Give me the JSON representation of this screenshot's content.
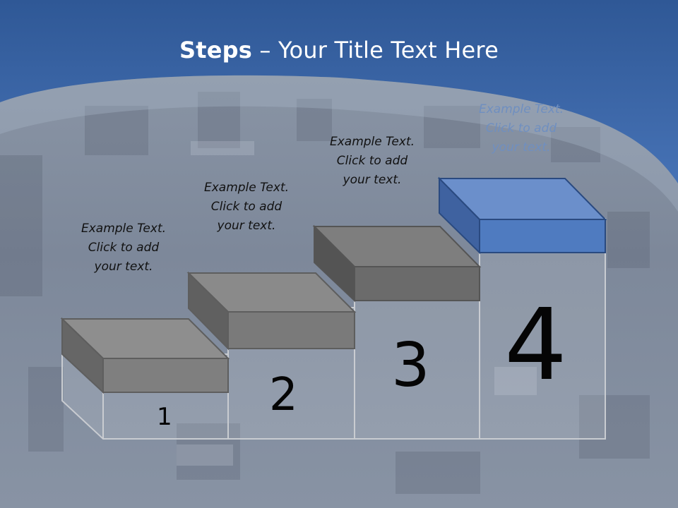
{
  "title": {
    "bold": "Steps",
    "rest": " – Your Title Text Here"
  },
  "steps": [
    {
      "number": "1",
      "caption": [
        "Example Text.",
        "Click  to add",
        "your text."
      ],
      "block_color": "#8a8a8a"
    },
    {
      "number": "2",
      "caption": [
        "Example Text.",
        "Click  to add",
        "your text."
      ],
      "block_color": "#7a7a7a"
    },
    {
      "number": "3",
      "caption": [
        "Example Text.",
        "Click  to add",
        "your text."
      ],
      "block_color": "#6a6a6a"
    },
    {
      "number": "4",
      "caption": [
        "Example Text.",
        "Click  to add",
        "your text."
      ],
      "block_color": "#4f7bc0"
    }
  ],
  "colors": {
    "header": "#3d67a8",
    "background": "#8d98a8",
    "accent_step4": "#4f7bc0"
  }
}
